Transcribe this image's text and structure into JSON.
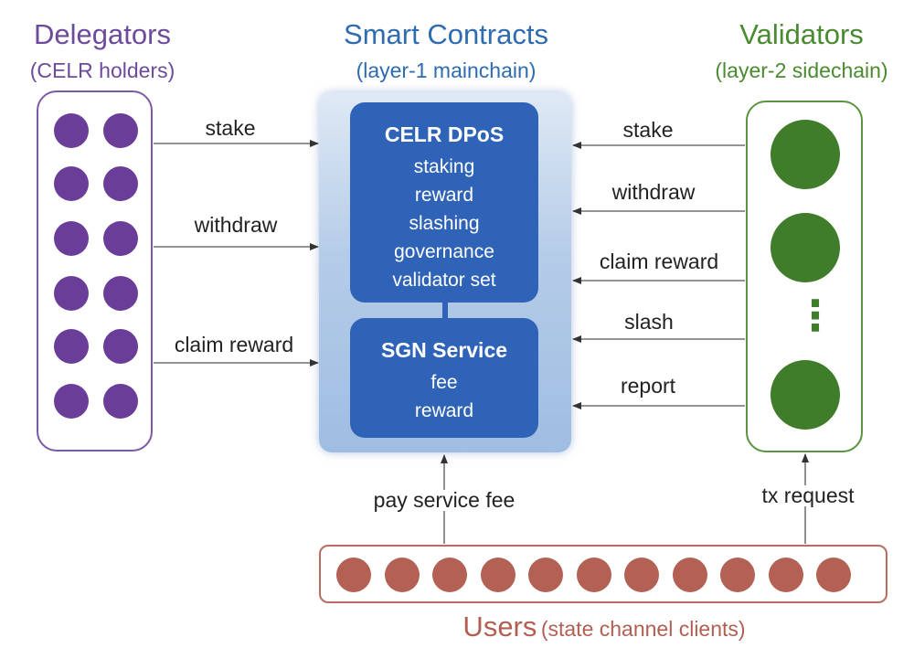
{
  "colors": {
    "delegators": "#6e4a9c",
    "contracts_title": "#2e6bb0",
    "validators": "#4a8a30",
    "users": "#b35e52",
    "module_fill": "#2f63b8",
    "delegator_dot": "#6a3d99",
    "validator_dot": "#3f7d2b",
    "user_dot": "#b36155"
  },
  "delegators": {
    "title": "Delegators",
    "subtitle": "(CELR holders)",
    "dot_rows": 6,
    "dot_cols": 2
  },
  "contracts": {
    "title": "Smart Contracts",
    "subtitle": "(layer-1 mainchain)",
    "dpos": {
      "title": "CELR DPoS",
      "items": [
        "staking",
        "reward",
        "slashing",
        "governance",
        "validator set"
      ]
    },
    "sgn": {
      "title": "SGN Service",
      "items": [
        "fee",
        "reward"
      ]
    }
  },
  "validators": {
    "title": "Validators",
    "subtitle": "(layer-2 sidechain)",
    "ellipsis": "⋮"
  },
  "users": {
    "title": "Users",
    "subtitle": "(state channel clients)",
    "dot_count": 11
  },
  "edges": {
    "delegator_to_contracts": [
      "stake",
      "withdraw",
      "claim reward"
    ],
    "validator_to_contracts": [
      "stake",
      "withdraw",
      "claim reward",
      "slash",
      "report"
    ],
    "users_to_contracts": "pay service fee",
    "users_to_validators": "tx request"
  }
}
